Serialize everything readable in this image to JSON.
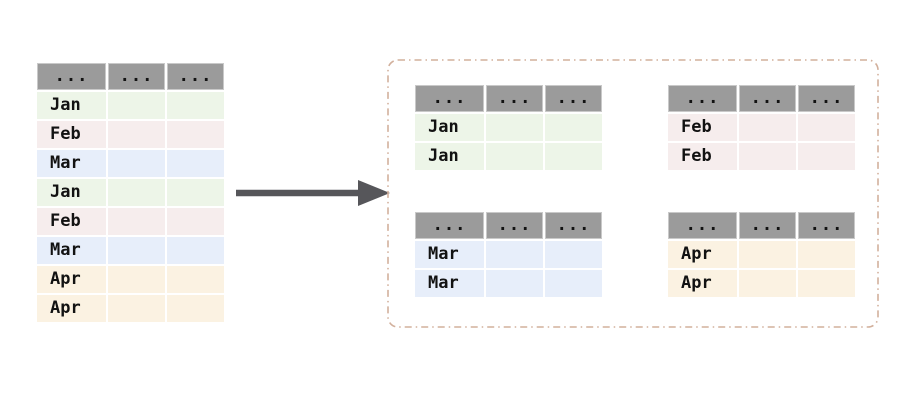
{
  "main_table": {
    "headers": [
      "...",
      "...",
      "..."
    ],
    "rows": [
      {
        "label": "Jan",
        "group": "jan"
      },
      {
        "label": "Feb",
        "group": "feb"
      },
      {
        "label": "Mar",
        "group": "mar"
      },
      {
        "label": "Jan",
        "group": "jan"
      },
      {
        "label": "Feb",
        "group": "feb"
      },
      {
        "label": "Mar",
        "group": "mar"
      },
      {
        "label": "Apr",
        "group": "apr"
      },
      {
        "label": "Apr",
        "group": "apr"
      }
    ]
  },
  "groups": [
    {
      "name": "jan",
      "headers": [
        "...",
        "...",
        "..."
      ],
      "rows": [
        {
          "label": "Jan"
        },
        {
          "label": "Jan"
        }
      ]
    },
    {
      "name": "feb",
      "headers": [
        "...",
        "...",
        "..."
      ],
      "rows": [
        {
          "label": "Feb"
        },
        {
          "label": "Feb"
        }
      ]
    },
    {
      "name": "mar",
      "headers": [
        "...",
        "...",
        "..."
      ],
      "rows": [
        {
          "label": "Mar"
        },
        {
          "label": "Mar"
        }
      ]
    },
    {
      "name": "apr",
      "headers": [
        "...",
        "...",
        "..."
      ],
      "rows": [
        {
          "label": "Apr"
        },
        {
          "label": "Apr"
        }
      ]
    }
  ],
  "colors": {
    "background": "#ffffff",
    "header_bg": "#9b9b9b",
    "header_border": "#c9c9c9",
    "text": "#121212",
    "jan": "#edf5e8",
    "feb": "#f6eded",
    "mar": "#e7eefa",
    "apr": "#fbf2e2",
    "arrow": "#56565a",
    "dashed_border": "#d2b09c"
  }
}
